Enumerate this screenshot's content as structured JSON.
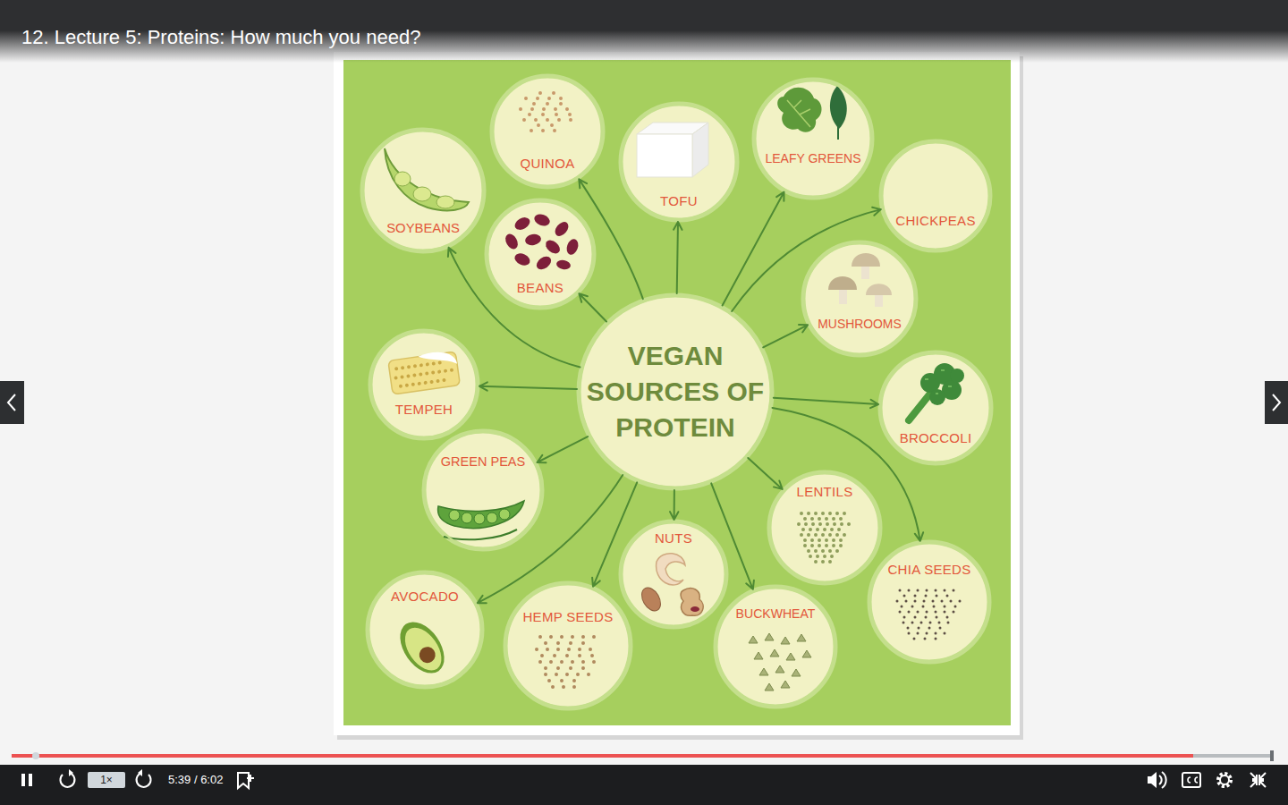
{
  "diagram": {
    "title": "12. Lecture 5: Proteins: How much you need?",
    "nodes": [
      {
        "text": [
          "VEGAN SOURCES OF PROTEIN"
        ]
      },
      {
        "text": [
          "QUINOA"
        ]
      },
      {
        "text": [
          "TOFU"
        ]
      },
      {
        "text": [
          "LEAFY GREENS"
        ]
      },
      {
        "text": [
          "SOYBEANS"
        ]
      },
      {
        "text": [
          "CHICKPEAS"
        ]
      },
      {
        "text": [
          "BEANS"
        ]
      },
      {
        "text": [
          "MUSHROOMS"
        ]
      },
      {
        "text": [
          "TEMPEH"
        ]
      },
      {
        "text": [
          "BROCCOLI"
        ]
      },
      {
        "text": [
          "GREEN PEAS"
        ]
      },
      {
        "text": [
          "LENTILS"
        ]
      },
      {
        "text": [
          "NUTS"
        ]
      },
      {
        "text": [
          "CHIA SEEDS"
        ]
      },
      {
        "text": [
          "AVOCADO"
        ]
      },
      {
        "text": [
          "HEMP SEEDS"
        ]
      },
      {
        "text": [
          "BUCKWHEAT"
        ]
      }
    ],
    "edges": [
      {
        "from": 0,
        "to": 1,
        "arrow": "to"
      },
      {
        "from": 0,
        "to": 2,
        "arrow": "to"
      },
      {
        "from": 0,
        "to": 3,
        "arrow": "to"
      },
      {
        "from": 0,
        "to": 4,
        "arrow": "to"
      },
      {
        "from": 0,
        "to": 5,
        "arrow": "to"
      },
      {
        "from": 0,
        "to": 6,
        "arrow": "to"
      },
      {
        "from": 0,
        "to": 7,
        "arrow": "to"
      },
      {
        "from": 0,
        "to": 8,
        "arrow": "to"
      },
      {
        "from": 0,
        "to": 9,
        "arrow": "to"
      },
      {
        "from": 0,
        "to": 10,
        "arrow": "to"
      },
      {
        "from": 0,
        "to": 11,
        "arrow": "to"
      },
      {
        "from": 0,
        "to": 12,
        "arrow": "to"
      },
      {
        "from": 0,
        "to": 13,
        "arrow": "to"
      },
      {
        "from": 0,
        "to": 14,
        "arrow": "to"
      },
      {
        "from": 0,
        "to": 15,
        "arrow": "to"
      },
      {
        "from": 0,
        "to": 16,
        "arrow": "to"
      }
    ],
    "labels": [
      "1×",
      "5:39 / 6:02"
    ]
  }
}
